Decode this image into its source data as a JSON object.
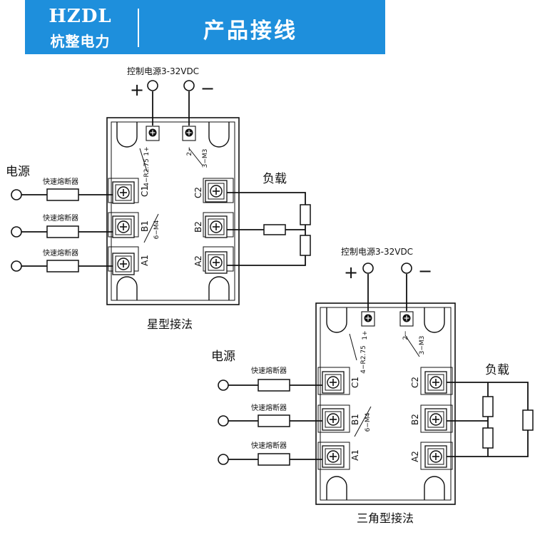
{
  "header": {
    "brand_en": "HZDL",
    "brand_cn": "杭整电力",
    "title": "产品接线",
    "bg_color": "#1e8fdc",
    "text_color": "#ffffff"
  },
  "common": {
    "control_supply": "控制电源3-32VDC",
    "plus": "+",
    "minus": "−",
    "power": "电源",
    "load": "负载",
    "fuse": "快速熔断器",
    "pin_1": "1+",
    "pin_2": "2−",
    "label_c1": "C1",
    "label_b1": "B1",
    "label_a1": "A1",
    "label_c2": "C2",
    "label_b2": "B2",
    "label_a2": "A2",
    "screw_top": "4−R2.75",
    "screw_side": "6−M4",
    "screw_right": "3−M3"
  },
  "diagrams": {
    "star": {
      "caption": "星型接法"
    },
    "delta": {
      "caption": "三角型接法"
    }
  }
}
